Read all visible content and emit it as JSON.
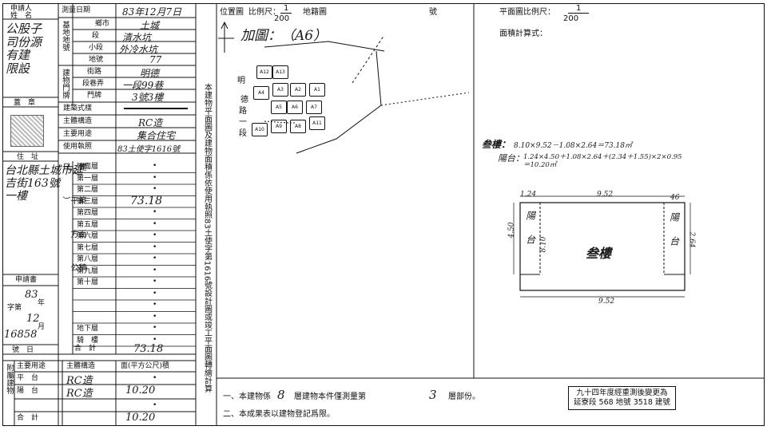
{
  "left_panel": {
    "applicant_label": "申請人\n姓　名",
    "applicant_name": "公股子\n司份源\n有建\n限設",
    "seal_label": "蓋　章",
    "address_label": "住　址",
    "address_value": "台北縣土城市延\n吉街163號\n一樓",
    "application_no_label": "申請書",
    "application_year": "83",
    "application_mark_year": "年",
    "application_month": "12",
    "application_mark_month": "月",
    "character_label": "字第",
    "application_number": "16858",
    "number_label": "號　日"
  },
  "form": {
    "survey_date_label": "測量日期",
    "survey_date_value": "83年12月7日",
    "base_location_label": "基地地號",
    "township_label": "鄉市",
    "township_value": "土城",
    "section_label": "段",
    "section_value": "清水坑",
    "subsection_label": "小段",
    "subsection_value": "外冷水坑",
    "lot_label": "地號",
    "lot_value": "77",
    "building_number_label": "建物門牌",
    "street_label": "街路",
    "street_value": "明德",
    "lane_label": "段巷弄",
    "lane_value": "一段99巷",
    "doorplate_label": "門牌",
    "doorplate_value": "3號3樓",
    "building_style_label": "建築式樣",
    "main_structure_label": "主體構造",
    "main_structure_value": "RC造",
    "main_use_label": "主要用途",
    "main_use_value": "集合住宅",
    "permit_label": "使用執照",
    "permit_value": "83土使字1616號",
    "area_column_label": "建築面積（平方公尺）",
    "floors": [
      {
        "name": "地面層",
        "value": "•"
      },
      {
        "name": "第一層",
        "value": "•"
      },
      {
        "name": "第二層",
        "value": "•"
      },
      {
        "name": "第三層",
        "value": "73.18"
      },
      {
        "name": "第四層",
        "value": "•"
      },
      {
        "name": "第五層",
        "value": "•"
      },
      {
        "name": "第六層",
        "value": "•"
      },
      {
        "name": "第七層",
        "value": "•"
      },
      {
        "name": "第八層",
        "value": "•"
      },
      {
        "name": "第九層",
        "value": "•"
      },
      {
        "name": "第十層",
        "value": "•"
      },
      {
        "name": "",
        "value": "•"
      },
      {
        "name": "",
        "value": "•"
      },
      {
        "name": "",
        "value": "•"
      },
      {
        "name": "地下層",
        "value": "•"
      },
      {
        "name": "騎　樓",
        "value": "•"
      }
    ],
    "total_label": "合　計",
    "total_value": "73.18",
    "annex_label": "附屬建物",
    "annex_header_use": "主要用途",
    "annex_header_structure": "主體構造",
    "annex_header_area": "面(平方公尺)積",
    "annex_rows": [
      {
        "use": "平　台",
        "structure": "RC造",
        "area": "•"
      },
      {
        "use": "陽　台",
        "structure": "RC造",
        "area": "10.20"
      },
      {
        "use": "",
        "structure": "",
        "area": "•"
      },
      {
        "use": "合　計",
        "structure": "",
        "area": "10.20"
      }
    ]
  },
  "vertical_note": "本建物平面圖及建物面積係依使用執照83土使字第1616號設計圖或竣工平面圖轉繪計算",
  "location_map": {
    "header_label": "位置圖",
    "scale_label": "比例尺：",
    "scale_num": "1",
    "scale_den": "200",
    "cadastral_label": "地籍圖",
    "number_label": "號",
    "handwritten_title": "加圖：（A6）",
    "street_chars": [
      "明",
      "德",
      "路",
      "一",
      "段"
    ],
    "unit_labels": [
      "A1",
      "A2",
      "A3",
      "A4",
      "A5",
      "A6",
      "A7",
      "A8",
      "A9",
      "A10",
      "A11",
      "A12",
      "A13"
    ]
  },
  "plan": {
    "scale_label": "平面圖比例尺：",
    "scale_num": "1",
    "scale_den": "200",
    "area_calc_label": "面積計算式：",
    "calc_line1_label": "叁樓：",
    "calc_line1": "8.10×9.52－1.08×2.64＝73.18㎡",
    "calc_line2_label": "陽台：",
    "calc_line2": "1.24×4.50＋1.08×2.64＋(2.34＋1.55)×2×0.95＝10.20㎡",
    "dim_top_left": "1.24",
    "dim_top": "9.52",
    "dim_top_right": "46",
    "dim_left": "4.50",
    "dim_inner_left": "8.10",
    "dim_right": "2.64",
    "dim_bottom": "9.52",
    "room_main": "叁樓",
    "balcony_left": "陽台",
    "balcony_right": "陽台"
  },
  "footer": {
    "note1_prefix": "一、本建物係",
    "note1_floors": "8",
    "note1_middle": "層建物本件僅測量第",
    "note1_floor": "3",
    "note1_suffix": "層部份。",
    "note2": "二、本成果表以建物登記爲限。",
    "stamp_line1": "九十四年度經重測後變更為",
    "stamp_line2": "延寮段 568 地號 3518 建號"
  }
}
